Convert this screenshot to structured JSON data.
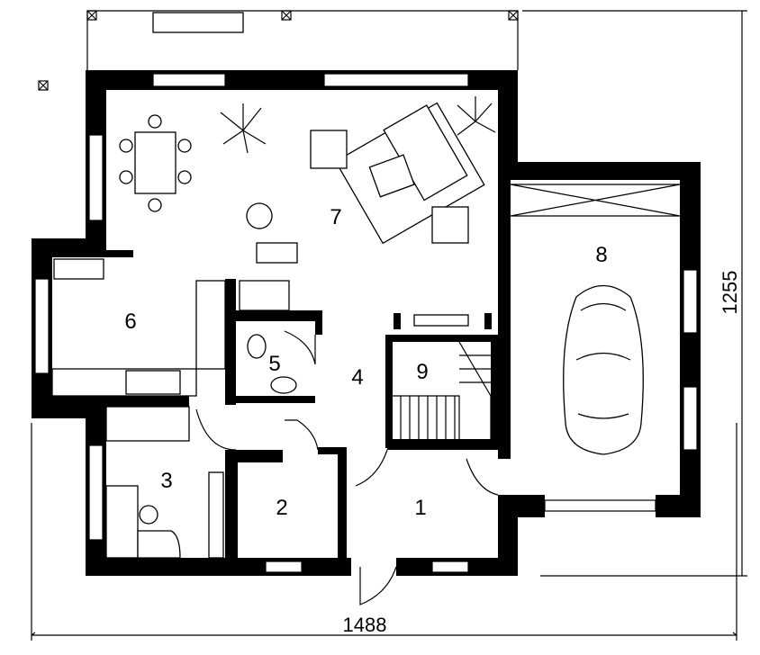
{
  "plan": {
    "rooms": [
      {
        "number": "1"
      },
      {
        "number": "2"
      },
      {
        "number": "3"
      },
      {
        "number": "4"
      },
      {
        "number": "5"
      },
      {
        "number": "6"
      },
      {
        "number": "7"
      },
      {
        "number": "8"
      },
      {
        "number": "9"
      }
    ],
    "dimensions": {
      "width": "1488",
      "height": "1255"
    }
  }
}
